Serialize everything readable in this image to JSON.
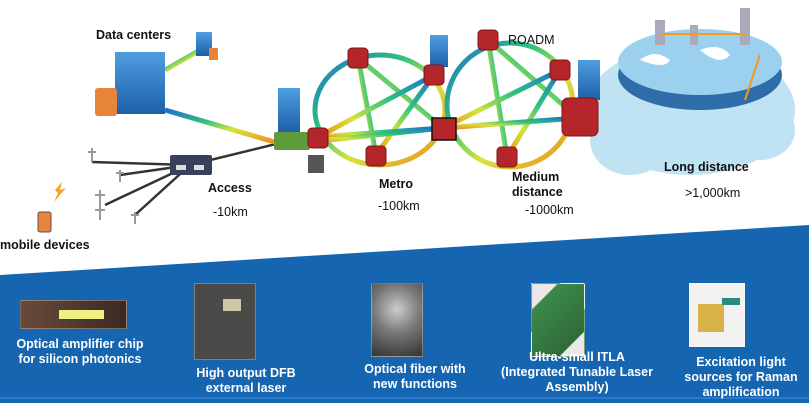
{
  "network": {
    "data_centers": "Data centers",
    "roadm": "ROADM",
    "mobile_devices": "mobile devices",
    "segments": [
      {
        "label": "Access",
        "distance": "-10km"
      },
      {
        "label": "Metro",
        "distance": "-100km"
      },
      {
        "label": "Medium distance",
        "distance": "-1000km"
      },
      {
        "label": "Long distance",
        "distance": ">1,000km"
      }
    ]
  },
  "products": [
    {
      "caption": [
        "Optical amplifier chip",
        "for silicon photonics"
      ]
    },
    {
      "caption": [
        "High output DFB",
        "external laser"
      ]
    },
    {
      "caption": [
        "Optical fiber with",
        "new functions"
      ]
    },
    {
      "caption": [
        "Ultra-small ITLA",
        "(Integrated Tunable Laser",
        "Assembly)"
      ]
    },
    {
      "caption": [
        "Excitation light",
        "sources for Raman",
        "amplification"
      ]
    }
  ],
  "colors": {
    "band": "#1565b0",
    "router": "#b5262b",
    "cloud": "#bfe3f3"
  }
}
